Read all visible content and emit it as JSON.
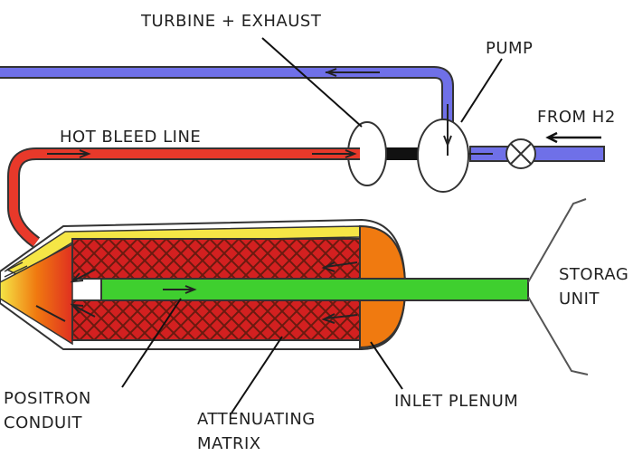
{
  "labels": {
    "turbine_exhaust": "TURBINE + EXHAUST",
    "pump": "PUMP",
    "from_h2": "FROM H2",
    "hot_bleed_line": "HOT BLEED LINE",
    "storage_unit_line1": "STORAG",
    "storage_unit_line2": "UNIT",
    "positron_conduit_line1": "POSITRON",
    "positron_conduit_line2": "CONDUIT",
    "attenuating_matrix_line1": "ATTENUATING",
    "attenuating_matrix_line2": "MATRIX",
    "inlet_plenum": "INLET PLENUM"
  },
  "colors": {
    "h2_line": "#6f70e8",
    "hot_line": "#e8392a",
    "matrix": "#d32020",
    "matrix_mesh": "#6a1a10",
    "plenum": "#f07a10",
    "nozzle_yellow": "#f5e646",
    "green_conduit": "#3fcf2f",
    "stroke": "#333333"
  }
}
